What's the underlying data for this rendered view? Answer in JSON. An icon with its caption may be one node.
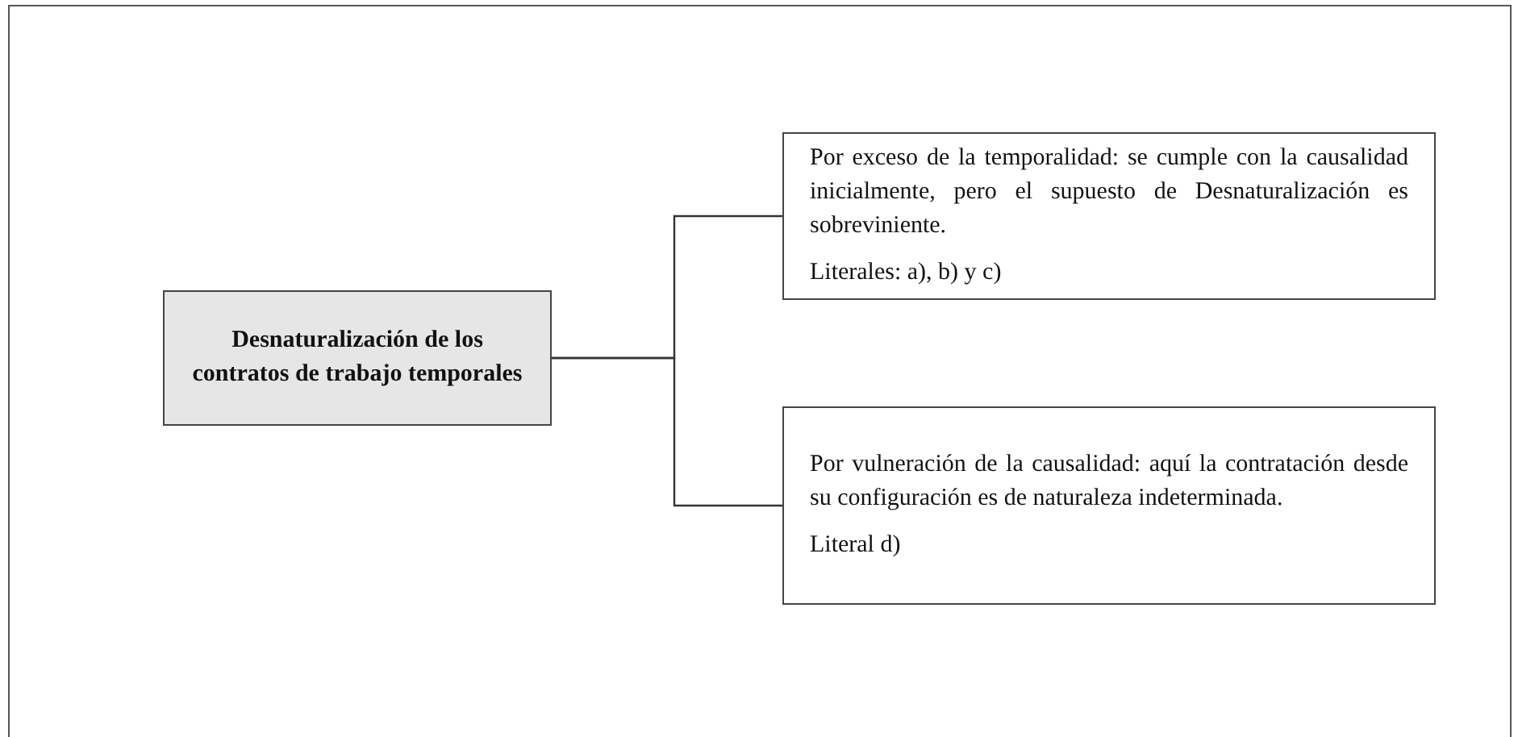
{
  "diagram": {
    "nodes": [
      {
        "text": [
          "Desnaturalización de los contratos de trabajo temporales"
        ]
      },
      {
        "text": [
          "Por exceso de la temporalidad: se cumple con la causalidad inicialmente, pero el supuesto de Desnaturalización es sobreviniente.",
          "Literales: a), b) y c)"
        ]
      },
      {
        "text": [
          "Por vulneración de la causalidad: aquí la contratación desde su configuración es de naturaleza indeterminada.",
          "Literal d)"
        ]
      }
    ],
    "edges": [
      {
        "from": 0,
        "to": 1,
        "arrow": "none"
      },
      {
        "from": 0,
        "to": 2,
        "arrow": "none"
      }
    ]
  }
}
